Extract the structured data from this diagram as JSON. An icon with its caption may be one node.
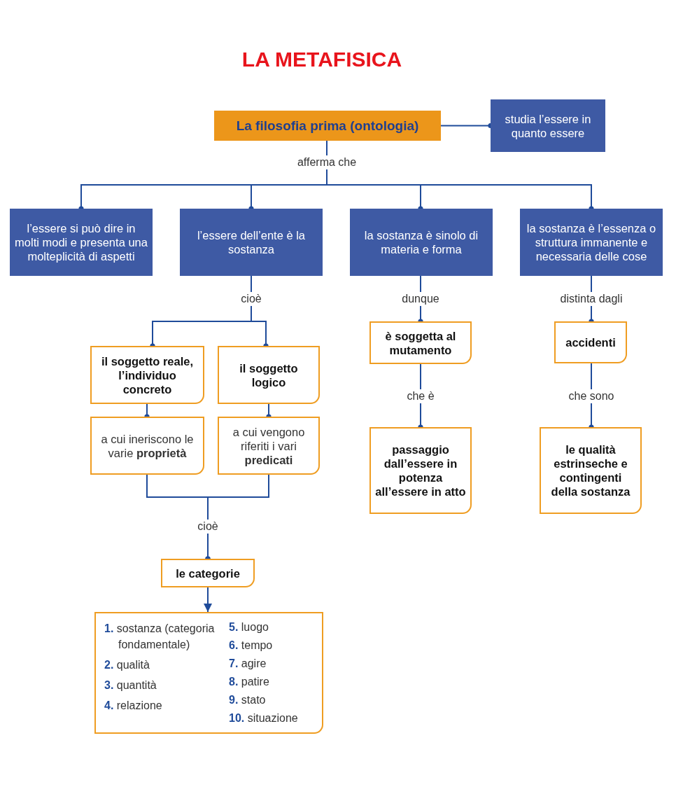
{
  "diagram": {
    "title": "LA METAFISICA",
    "nodes": [
      {
        "text": [
          "La filosofia prima (ontologia)"
        ]
      },
      {
        "text": [
          "studia l’essere in quanto essere"
        ]
      },
      {
        "text": [
          "l’essere si può dire in molti modi e presenta una molteplicità di aspetti"
        ]
      },
      {
        "text": [
          "l’essere dell’ente è la sostanza"
        ]
      },
      {
        "text": [
          "la sostanza è sinolo di materia e forma"
        ]
      },
      {
        "text": [
          "la sostanza è l’essenza o struttura immanente e necessaria delle cose"
        ]
      },
      {
        "text": [
          "il soggetto reale, l’individuo concreto"
        ]
      },
      {
        "text": [
          "il soggetto logico"
        ]
      },
      {
        "text": [
          "a cui ineriscono le varie **proprietà**"
        ]
      },
      {
        "text": [
          "a cui vengono riferiti i vari **predicati**"
        ]
      },
      {
        "text": [
          "è soggetta al mutamento"
        ]
      },
      {
        "text": [
          "passaggio dall’essere in potenza all’essere in atto"
        ]
      },
      {
        "text": [
          "accidenti"
        ]
      },
      {
        "text": [
          "le qualità estrinseche e contingenti della sostanza"
        ]
      },
      {
        "text": [
          "le categorie"
        ]
      },
      {
        "text": [
          "**1.** sostanza (categoria fondamentale)",
          "**2.** qualità",
          "**3.** quantità",
          "**4.** relazione",
          "**5.** luogo",
          "**6.** tempo",
          "**7.** agire",
          "**8.** patire",
          "**9.** stato",
          "**10.** situazione"
        ]
      }
    ],
    "edges": [
      {
        "from": 0,
        "to": 1,
        "arrow": "other"
      },
      {
        "from": 0,
        "to": 2,
        "arrow": "other",
        "label": "afferma che"
      },
      {
        "from": 0,
        "to": 3,
        "arrow": "other"
      },
      {
        "from": 0,
        "to": 4,
        "arrow": "other"
      },
      {
        "from": 0,
        "to": 5,
        "arrow": "other"
      },
      {
        "from": 3,
        "to": 6,
        "arrow": "other",
        "label": "cioè"
      },
      {
        "from": 3,
        "to": 7,
        "arrow": "other"
      },
      {
        "from": 6,
        "to": 8,
        "arrow": "other"
      },
      {
        "from": 7,
        "to": 9,
        "arrow": "other"
      },
      {
        "from": 8,
        "to": 14,
        "arrow": "other",
        "label": "cioè"
      },
      {
        "from": 9,
        "to": 14,
        "arrow": "other"
      },
      {
        "from": 14,
        "to": 15,
        "arrow": "to"
      },
      {
        "from": 4,
        "to": 10,
        "arrow": "other",
        "label": "dunque"
      },
      {
        "from": 10,
        "to": 11,
        "arrow": "other",
        "label": "che è"
      },
      {
        "from": 5,
        "to": 12,
        "arrow": "other",
        "label": "distinta dagli"
      },
      {
        "from": 12,
        "to": 13,
        "arrow": "other",
        "label": "che sono"
      }
    ]
  }
}
